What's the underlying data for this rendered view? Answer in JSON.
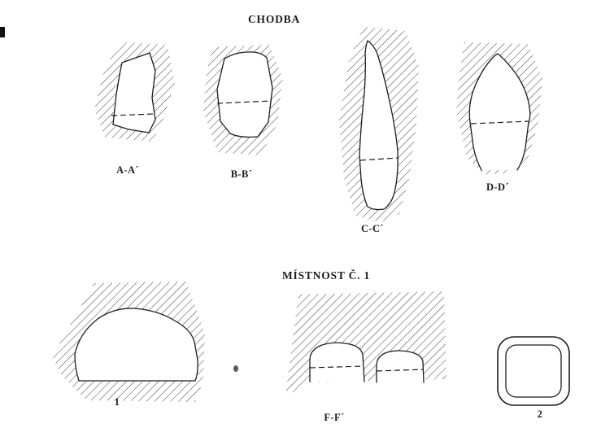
{
  "document": {
    "background": "#ffffff",
    "ink_color": "#1c1c1c"
  },
  "corridor_section": {
    "title": "CHODBA",
    "labels": {
      "a": "A-A´",
      "b": "B-B´",
      "c": "C-C´",
      "d": "D-D´"
    }
  },
  "room_section": {
    "title": "MÍSTNOST Č. 1",
    "labels": {
      "n1": "1",
      "f": "F-F´",
      "n2": "2"
    }
  }
}
